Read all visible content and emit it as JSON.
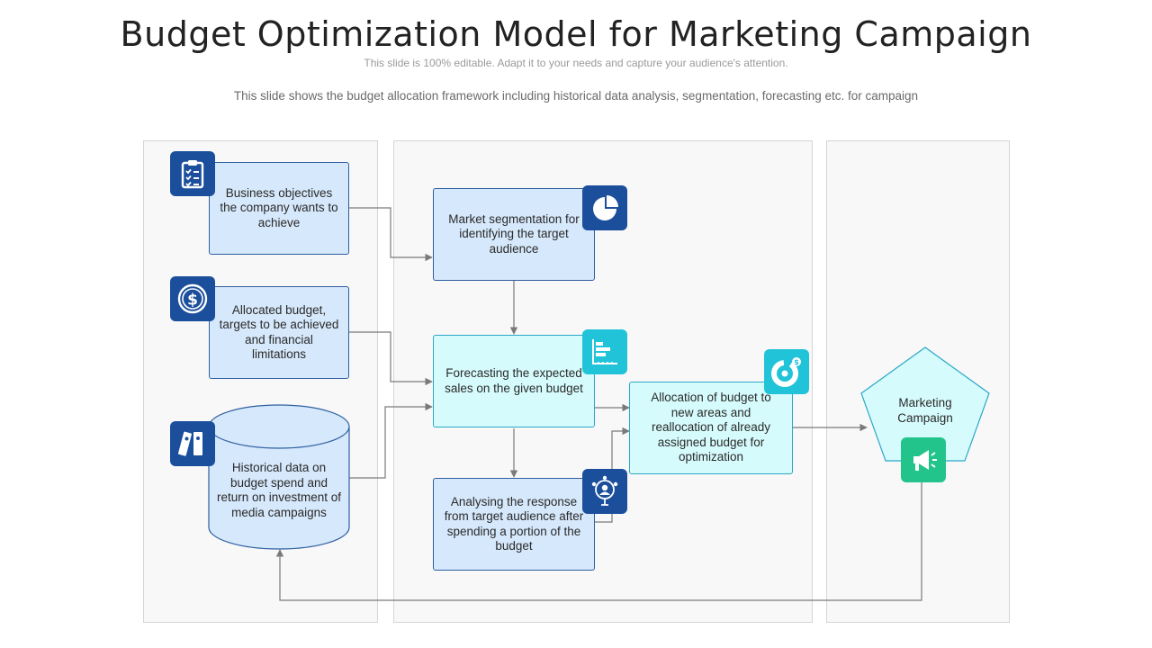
{
  "header": {
    "title": "Budget Optimization Model for Marketing Campaign",
    "subtitle": "This slide is 100% editable. Adapt it to your needs and capture your audience's attention.",
    "description": "This slide shows the budget allocation framework including historical data analysis, segmentation, forecasting etc. for campaign"
  },
  "inputs": {
    "objectives": "Business objectives the company wants to achieve",
    "budget": "Allocated budget, targets to be achieved and financial limitations",
    "historical": "Historical data on budget spend and return on investment of media campaigns"
  },
  "process": {
    "segmentation": "Market segmentation for identifying the target audience",
    "forecasting": "Forecasting the expected sales on the given budget",
    "analysing": "Analysing the response from target audience after spending a portion of the budget",
    "allocation": "Allocation of budget to new areas and reallocation of already assigned budget for optimization"
  },
  "output": {
    "campaign": "Marketing Campaign"
  },
  "icons": {
    "objectives": "clipboard-checklist-icon",
    "budget": "dollar-coin-icon",
    "historical": "binders-icon",
    "segmentation": "pie-chart-icon",
    "forecasting": "bar-chart-icon",
    "analysing": "target-audience-icon",
    "allocation": "donut-chart-dollar-icon",
    "campaign": "megaphone-icon"
  },
  "colors": {
    "navy": "#1b4f9c",
    "teal": "#21c3d8",
    "green": "#22c48c",
    "box_blue": "#d6e8fb",
    "box_cyan": "#d6fbfc"
  }
}
